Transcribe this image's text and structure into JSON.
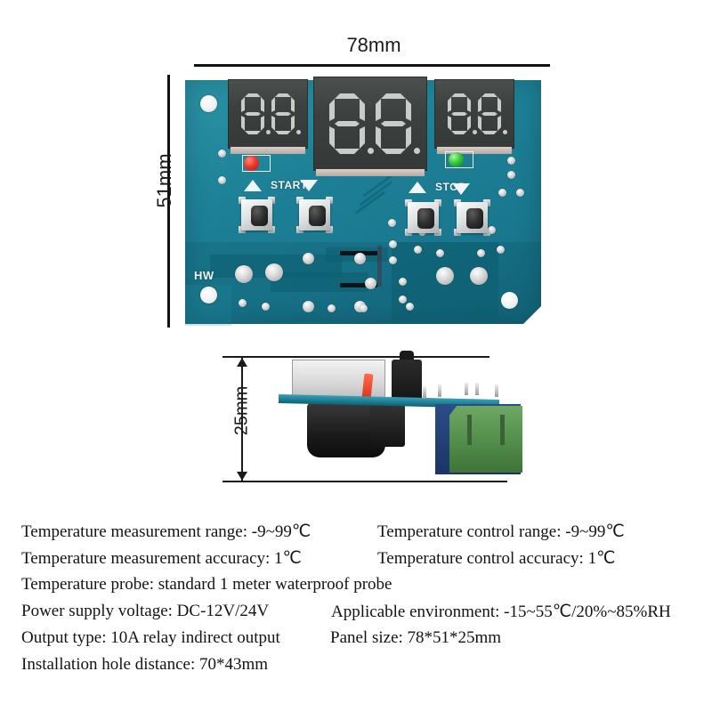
{
  "figure": {
    "dimensions": {
      "width_label": "78mm",
      "height_label": "51mm",
      "depth_label": "25mm"
    },
    "pcb": {
      "silkscreen": {
        "start_label": "START",
        "stop_label": "STOP",
        "hw_label": "HW"
      },
      "displays": [
        {
          "name": "left-display",
          "digits": "88"
        },
        {
          "name": "center-display",
          "digits": "88"
        },
        {
          "name": "right-display",
          "digits": "88"
        }
      ],
      "leds": [
        {
          "name": "red-led",
          "color": "#f0372a"
        },
        {
          "name": "green-led",
          "color": "#2fc83c"
        }
      ],
      "buttons": [
        {
          "name": "up-button-left"
        },
        {
          "name": "down-button-left"
        },
        {
          "name": "up-button-right"
        },
        {
          "name": "down-button-right"
        }
      ],
      "board_color": "#1d8096"
    }
  },
  "specs": {
    "rows": [
      {
        "left": "Temperature measurement range: -9~99℃",
        "right": "Temperature control range: -9~99℃"
      },
      {
        "left": "Temperature measurement accuracy: 1℃",
        "right": "Temperature control accuracy: 1℃"
      },
      {
        "left": "Temperature probe: standard 1 meter waterproof probe",
        "right": ""
      },
      {
        "left": "Power supply voltage: DC-12V/24V",
        "right": "Applicable environment: -15~55℃/20%~85%RH"
      },
      {
        "left": "Output type: 10A relay indirect output",
        "right": "Panel size: 78*51*25mm"
      },
      {
        "left": "Installation hole distance: 70*43mm",
        "right": ""
      }
    ]
  }
}
